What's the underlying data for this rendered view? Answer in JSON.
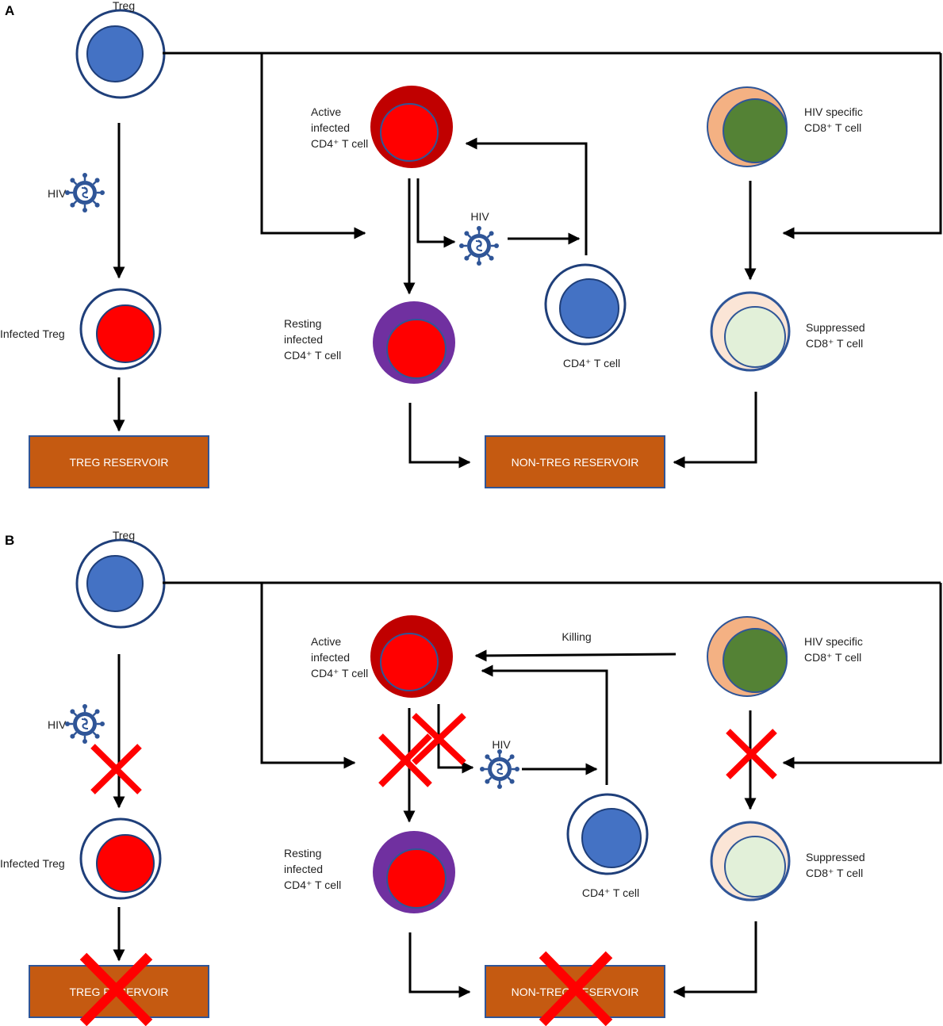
{
  "panels": {
    "a": {
      "letter": "A",
      "treg": "Treg",
      "hiv_left": "HIV",
      "infected_treg": "Infected Treg",
      "treg_reservoir": "TREG RESERVOIR",
      "active_lines": [
        "Active",
        "infected",
        "CD4⁺ T cell"
      ],
      "hiv_mid": "HIV",
      "resting_lines": [
        "Resting",
        "infected",
        "CD4⁺ T cell"
      ],
      "cd4": "CD4⁺ T cell",
      "nontreg_reservoir": "NON-TREG RESERVOIR",
      "cd8_lines": [
        "HIV specific",
        "CD8⁺ T cell"
      ],
      "suppressed_lines": [
        "Suppressed",
        "CD8⁺ T cell"
      ]
    },
    "b": {
      "letter": "B",
      "treg": "Treg",
      "hiv_left": "HIV",
      "infected_treg": "Infected Treg",
      "treg_reservoir": "TREG RESERVOIR",
      "active_lines": [
        "Active",
        "infected",
        "CD4⁺ T cell"
      ],
      "hiv_mid": "HIV",
      "resting_lines": [
        "Resting",
        "infected",
        "CD4⁺ T cell"
      ],
      "cd4": "CD4⁺ T cell",
      "nontreg_reservoir": "NON-TREG RESERVOIR",
      "cd8_lines": [
        "HIV specific",
        "CD8⁺ T cell"
      ],
      "suppressed_lines": [
        "Suppressed",
        "CD8⁺ T cell"
      ],
      "killing": "Killing"
    }
  },
  "colors": {
    "treg_fill": "#4472c4",
    "outline": "#1f3f7a",
    "infected_red": "#ff0000",
    "active_outer": "#c00000",
    "resting_outer": "#7030a0",
    "cd8_outer": "#f4b183",
    "cd8_inner": "#548235",
    "suppressed_outer": "#fbe5d6",
    "suppressed_inner": "#e2f0d9",
    "reservoir_box": "#c55a11",
    "virus": "#2f5597",
    "cross": "#ff0000"
  }
}
